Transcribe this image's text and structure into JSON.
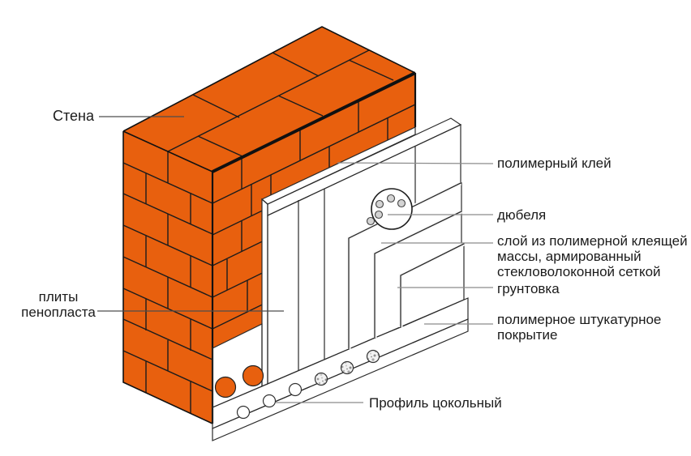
{
  "labels": {
    "wall": "Стена",
    "foam_plates": "плиты\nпенопласта",
    "polymer_glue": "полимерный клей",
    "dowels": "дюбеля",
    "reinforced_layer": "слой из полимерной клеящей\nмассы, армированный\nстекловолоконной сеткой",
    "primer": "грунтовка",
    "plaster": "полимерное штукатурное\nпокрытие",
    "base_profile": "Профиль цокольный"
  },
  "colors": {
    "brick_orange": "#E8600E",
    "foam_base": "#F2F2F2",
    "mesh_green": "#7CCE24",
    "primer_gray": "#D7D7D7",
    "plaster_blue": "#2B3EB8",
    "outline": "#1F1F1F",
    "leader_gray": "#8C8C8C"
  }
}
